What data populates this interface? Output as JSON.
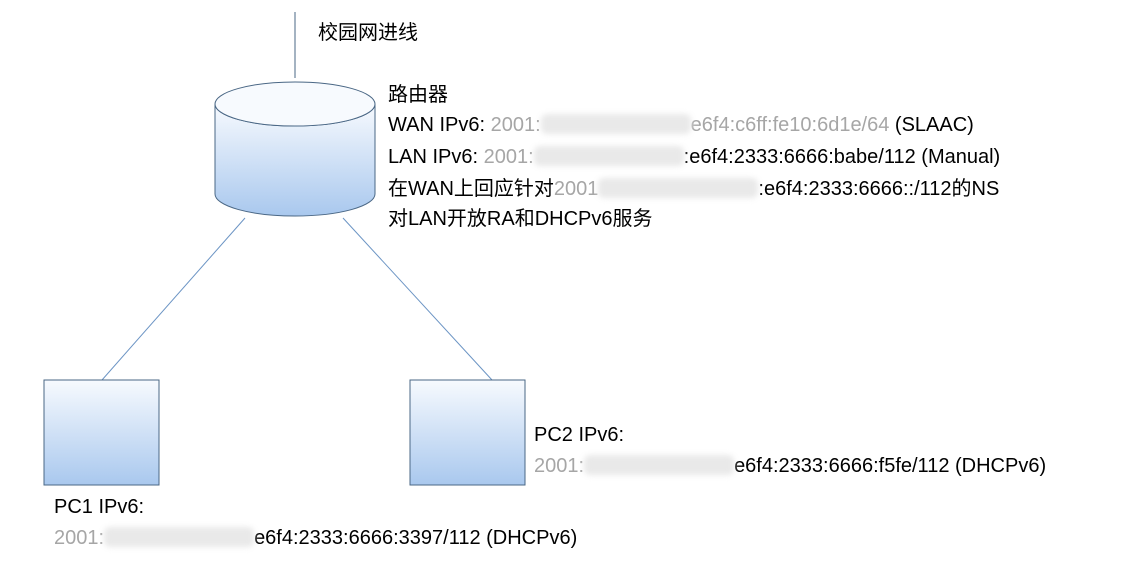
{
  "campus_line_label": "校园网进线",
  "router": {
    "title": "路由器",
    "wan": {
      "label": "WAN IPv6: ",
      "prefix": "2001:",
      "suffix": "e6f4:c6ff:fe10:6d1e/64",
      "note": " (SLAAC)"
    },
    "lan": {
      "label": "LAN IPv6: ",
      "prefix": "2001:",
      "suffix": ":e6f4:2333:6666:babe/112 (Manual)"
    },
    "ns_line": {
      "text1": "在WAN上回应针对",
      "prefix": "2001",
      "suffix": ":e6f4:2333:6666::/112的NS"
    },
    "service_line": "对LAN开放RA和DHCPv6服务"
  },
  "pc2": {
    "label": "PC2 IPv6:",
    "prefix": "2001:",
    "suffix": "e6f4:2333:6666:f5fe/112 (DHCPv6)"
  },
  "pc1": {
    "label": "PC1 IPv6:",
    "prefix": "2001:",
    "suffix": "e6f4:2333:6666:3397/112 (DHCPv6)"
  },
  "colors": {
    "outline": "#4a6785",
    "link_line": "#6b94c4",
    "fill_top": "#f7fafe",
    "fill_bottom": "#a9c8ee",
    "masked_text": "#a6a6a6"
  }
}
